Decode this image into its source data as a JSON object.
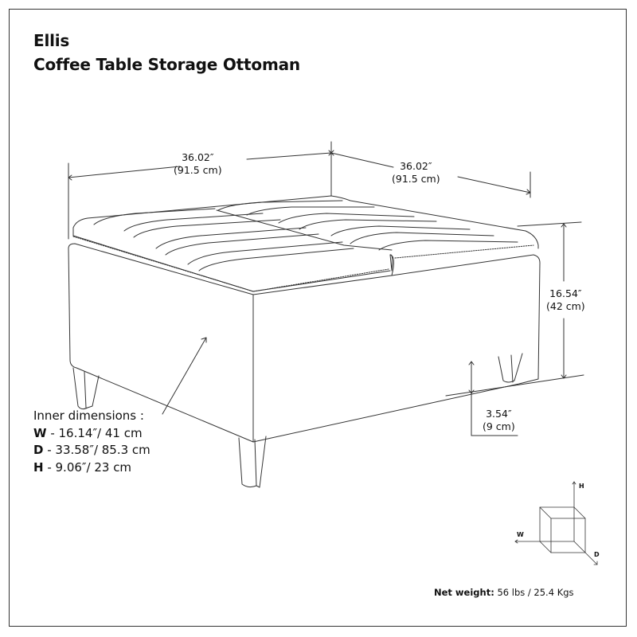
{
  "header": {
    "product_name": "Ellis",
    "product_type": "Coffee Table Storage Ottoman"
  },
  "dimensions": {
    "width": {
      "imperial": "36.02″",
      "metric": "(91.5 cm)"
    },
    "depth": {
      "imperial": "36.02″",
      "metric": "(91.5 cm)"
    },
    "height": {
      "imperial": "16.54″",
      "metric": "(42 cm)"
    },
    "leg_height": {
      "imperial": "3.54″",
      "metric": "(9 cm)"
    }
  },
  "inner_dimensions": {
    "label": "Inner dimensions :",
    "rows": [
      {
        "key": "W",
        "value": " - 16.14″/ 41 cm"
      },
      {
        "key": "D",
        "value": " - 33.58″/ 85.3 cm"
      },
      {
        "key": "H",
        "value": " - 9.06″/ 23 cm"
      }
    ]
  },
  "axis_legend": {
    "w": "W",
    "h": "H",
    "d": "D"
  },
  "net_weight": {
    "label": "Net weight:",
    "value": " 56 lbs / 25.4 Kgs"
  },
  "colors": {
    "line": "#333333",
    "text": "#111111",
    "background": "#ffffff"
  }
}
